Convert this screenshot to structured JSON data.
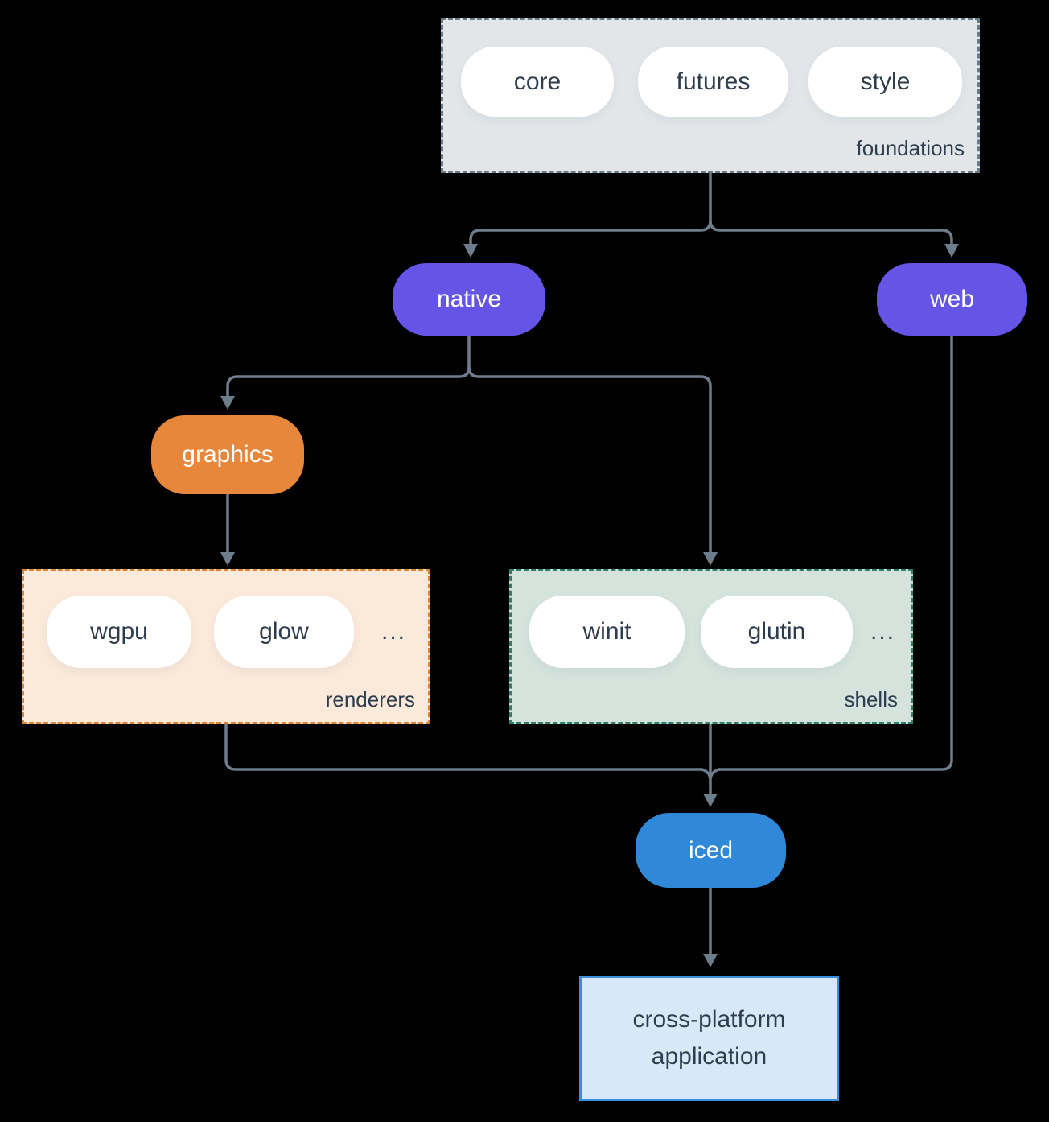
{
  "diagram": {
    "foundations": {
      "label": "foundations",
      "pills": [
        "core",
        "futures",
        "style"
      ]
    },
    "native": {
      "label": "native"
    },
    "web": {
      "label": "web"
    },
    "graphics": {
      "label": "graphics"
    },
    "renderers": {
      "label": "renderers",
      "pills": [
        "wgpu",
        "glow"
      ],
      "ellipsis": "..."
    },
    "shells": {
      "label": "shells",
      "pills": [
        "winit",
        "glutin"
      ],
      "ellipsis": "..."
    },
    "iced": {
      "label": "iced"
    },
    "application": {
      "label": "cross-platform application"
    }
  },
  "colors": {
    "background": "#000000",
    "connector": "#6e7d8b",
    "text_dark": "#2e3d4e",
    "native_web_purple": "#6455e6",
    "graphics_orange": "#e6873c",
    "iced_blue": "#2f89d8",
    "foundations_fill": "#e2e6e9",
    "foundations_border": "#6b7a88",
    "renderers_fill": "#fbe9da",
    "renderers_border": "#e0832f",
    "shells_fill": "#d5e3dd",
    "shells_border": "#2e7d6e",
    "application_fill": "#d8e8f8",
    "application_border": "#3a8ee0"
  }
}
